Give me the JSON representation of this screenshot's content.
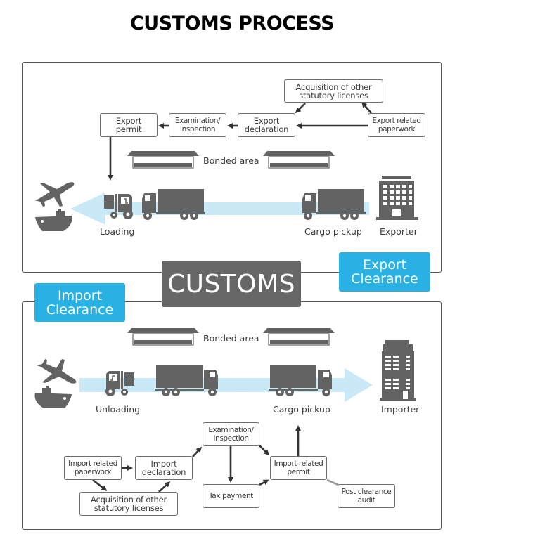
{
  "title": "CUSTOMS PROCESS",
  "center_label": "CUSTOMS",
  "colors": {
    "accent_blue": "#29b1e4",
    "flow_band": "#c9e9f7",
    "icon_gray": "#636363",
    "customs_box": "#676767"
  },
  "export_section": {
    "tag": {
      "line1": "Export",
      "line2": "Clearance"
    },
    "boxes": {
      "acquisition": {
        "line1": "Acquisition of other",
        "line2": "statutory licenses"
      },
      "export_permit": {
        "line1": "Export",
        "line2": "permit"
      },
      "examination": {
        "line1": "Examination/",
        "line2": "Inspection"
      },
      "export_declaration": {
        "line1": "Export",
        "line2": "declaration"
      },
      "export_paperwork": {
        "line1": "Export related",
        "line2": "paperwork"
      }
    },
    "labels": {
      "bonded_area": "Bonded area",
      "loading": "Loading",
      "cargo_pickup": "Cargo pickup",
      "exporter": "Exporter"
    },
    "icons": [
      "airplane-icon",
      "ship-icon",
      "forklift-icon",
      "truck-icon",
      "truck-icon",
      "warehouse-icon",
      "warehouse-icon",
      "office-building-icon"
    ]
  },
  "import_section": {
    "tag": {
      "line1": "Import",
      "line2": "Clearance"
    },
    "boxes": {
      "import_paperwork": {
        "line1": "Import related",
        "line2": "paperwork"
      },
      "import_declaration": {
        "line1": "Import",
        "line2": "declaration"
      },
      "acquisition": {
        "line1": "Acquisition of other",
        "line2": "statutory licenses"
      },
      "examination": {
        "line1": "Examination/",
        "line2": "Inspection"
      },
      "tax_payment": {
        "line1": "Tax payment"
      },
      "import_permit": {
        "line1": "Import related",
        "line2": "permit"
      },
      "post_clearance_audit": {
        "line1": "Post clearance",
        "line2": "audit"
      }
    },
    "labels": {
      "bonded_area": "Bonded area",
      "unloading": "Unloading",
      "cargo_pickup": "Cargo pickup",
      "importer": "Importer"
    },
    "icons": [
      "airplane-icon",
      "ship-icon",
      "forklift-icon",
      "truck-icon",
      "truck-icon",
      "warehouse-icon",
      "warehouse-icon",
      "office-tower-icon"
    ]
  }
}
